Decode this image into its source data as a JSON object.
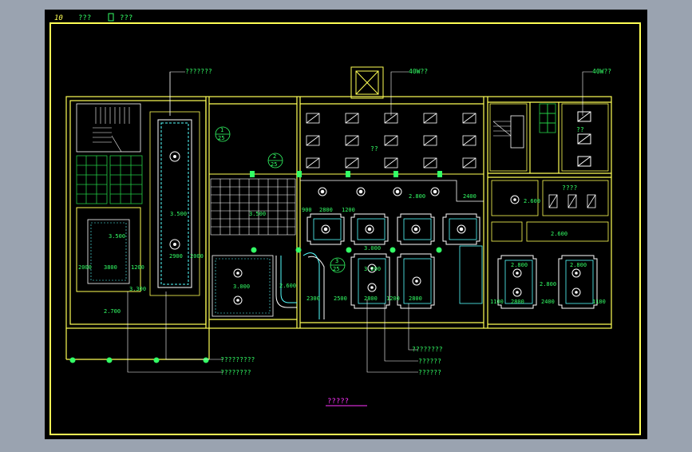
{
  "header": {
    "layer": "10",
    "title_a": "???",
    "title_b": "",
    "title_c": "???"
  },
  "drawing_title": "?????",
  "labels": {
    "top_left": "???????",
    "top_mid": "40W??",
    "top_right": "40W??",
    "room_a": "??",
    "room_b": "??",
    "room_c": "????",
    "bottom_1": "?????????",
    "bottom_2": "????????",
    "bottom_3": "????????",
    "bottom_4": "??????",
    "bottom_5": "??????",
    "callout_top": "1",
    "callout_top_sub": "25",
    "callout_mid": "2",
    "callout_mid_sub": "25",
    "callout_right": "3",
    "callout_right_sub": "25"
  },
  "dims": {
    "d3500a": "3.500",
    "d3500b": "3.500",
    "d3500c": "3.500",
    "d3300": "3.300",
    "d2700": "2.700",
    "d3000": "3.000",
    "d2600a": "2.600",
    "d2600b": "2.600",
    "d2800a": "2.800",
    "d2800b": "2.800",
    "d2800c": "2.800",
    "d2800d": "2.800",
    "d2400": "2400",
    "d3200": "3.200",
    "d3000b": "3.000",
    "d2900": "2900",
    "d3800": "3800",
    "d1200": "1200",
    "d2000": "2000",
    "d2300": "2300",
    "d2500": "2500",
    "d2800": "2800",
    "d1100": "1100",
    "d900": "900"
  },
  "colors": {
    "background": "#000000",
    "frame": "#ffff55",
    "wall": "#ffff55",
    "text_green": "#33ff66",
    "cyan": "#55ffff",
    "white": "#ffffff",
    "magenta": "#ff33ff",
    "green_grid": "#22cc44"
  }
}
